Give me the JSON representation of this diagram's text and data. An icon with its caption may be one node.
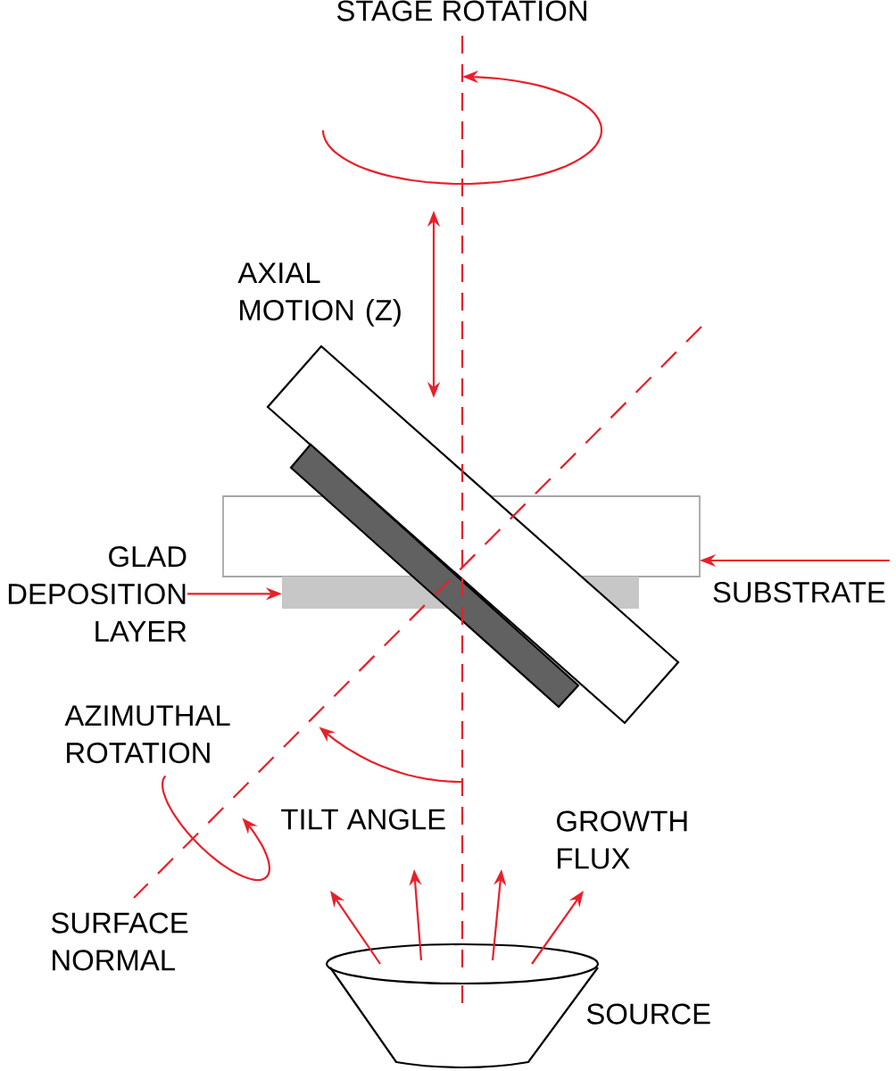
{
  "diagram": {
    "nodes": [
      {
        "text": [
          "GLAD DEPOSITION LAYER"
        ]
      },
      {
        "text": [],
        "shape": "box"
      },
      {
        "text": [
          "SUBSTRATE"
        ]
      },
      {
        "text": [],
        "shape": "box"
      }
    ],
    "edges": [
      {
        "from": 0,
        "to": 3,
        "arrow": "to"
      },
      {
        "from": 2,
        "to": 1,
        "arrow": "to"
      }
    ],
    "labels": [
      "STAGE ROTATION",
      "AXIAL MOTION (Z)",
      "AZIMUTHAL ROTATION",
      "TILT ANGLE",
      "GROWTH FLUX",
      "SURFACE NORMAL",
      "SOURCE"
    ]
  }
}
